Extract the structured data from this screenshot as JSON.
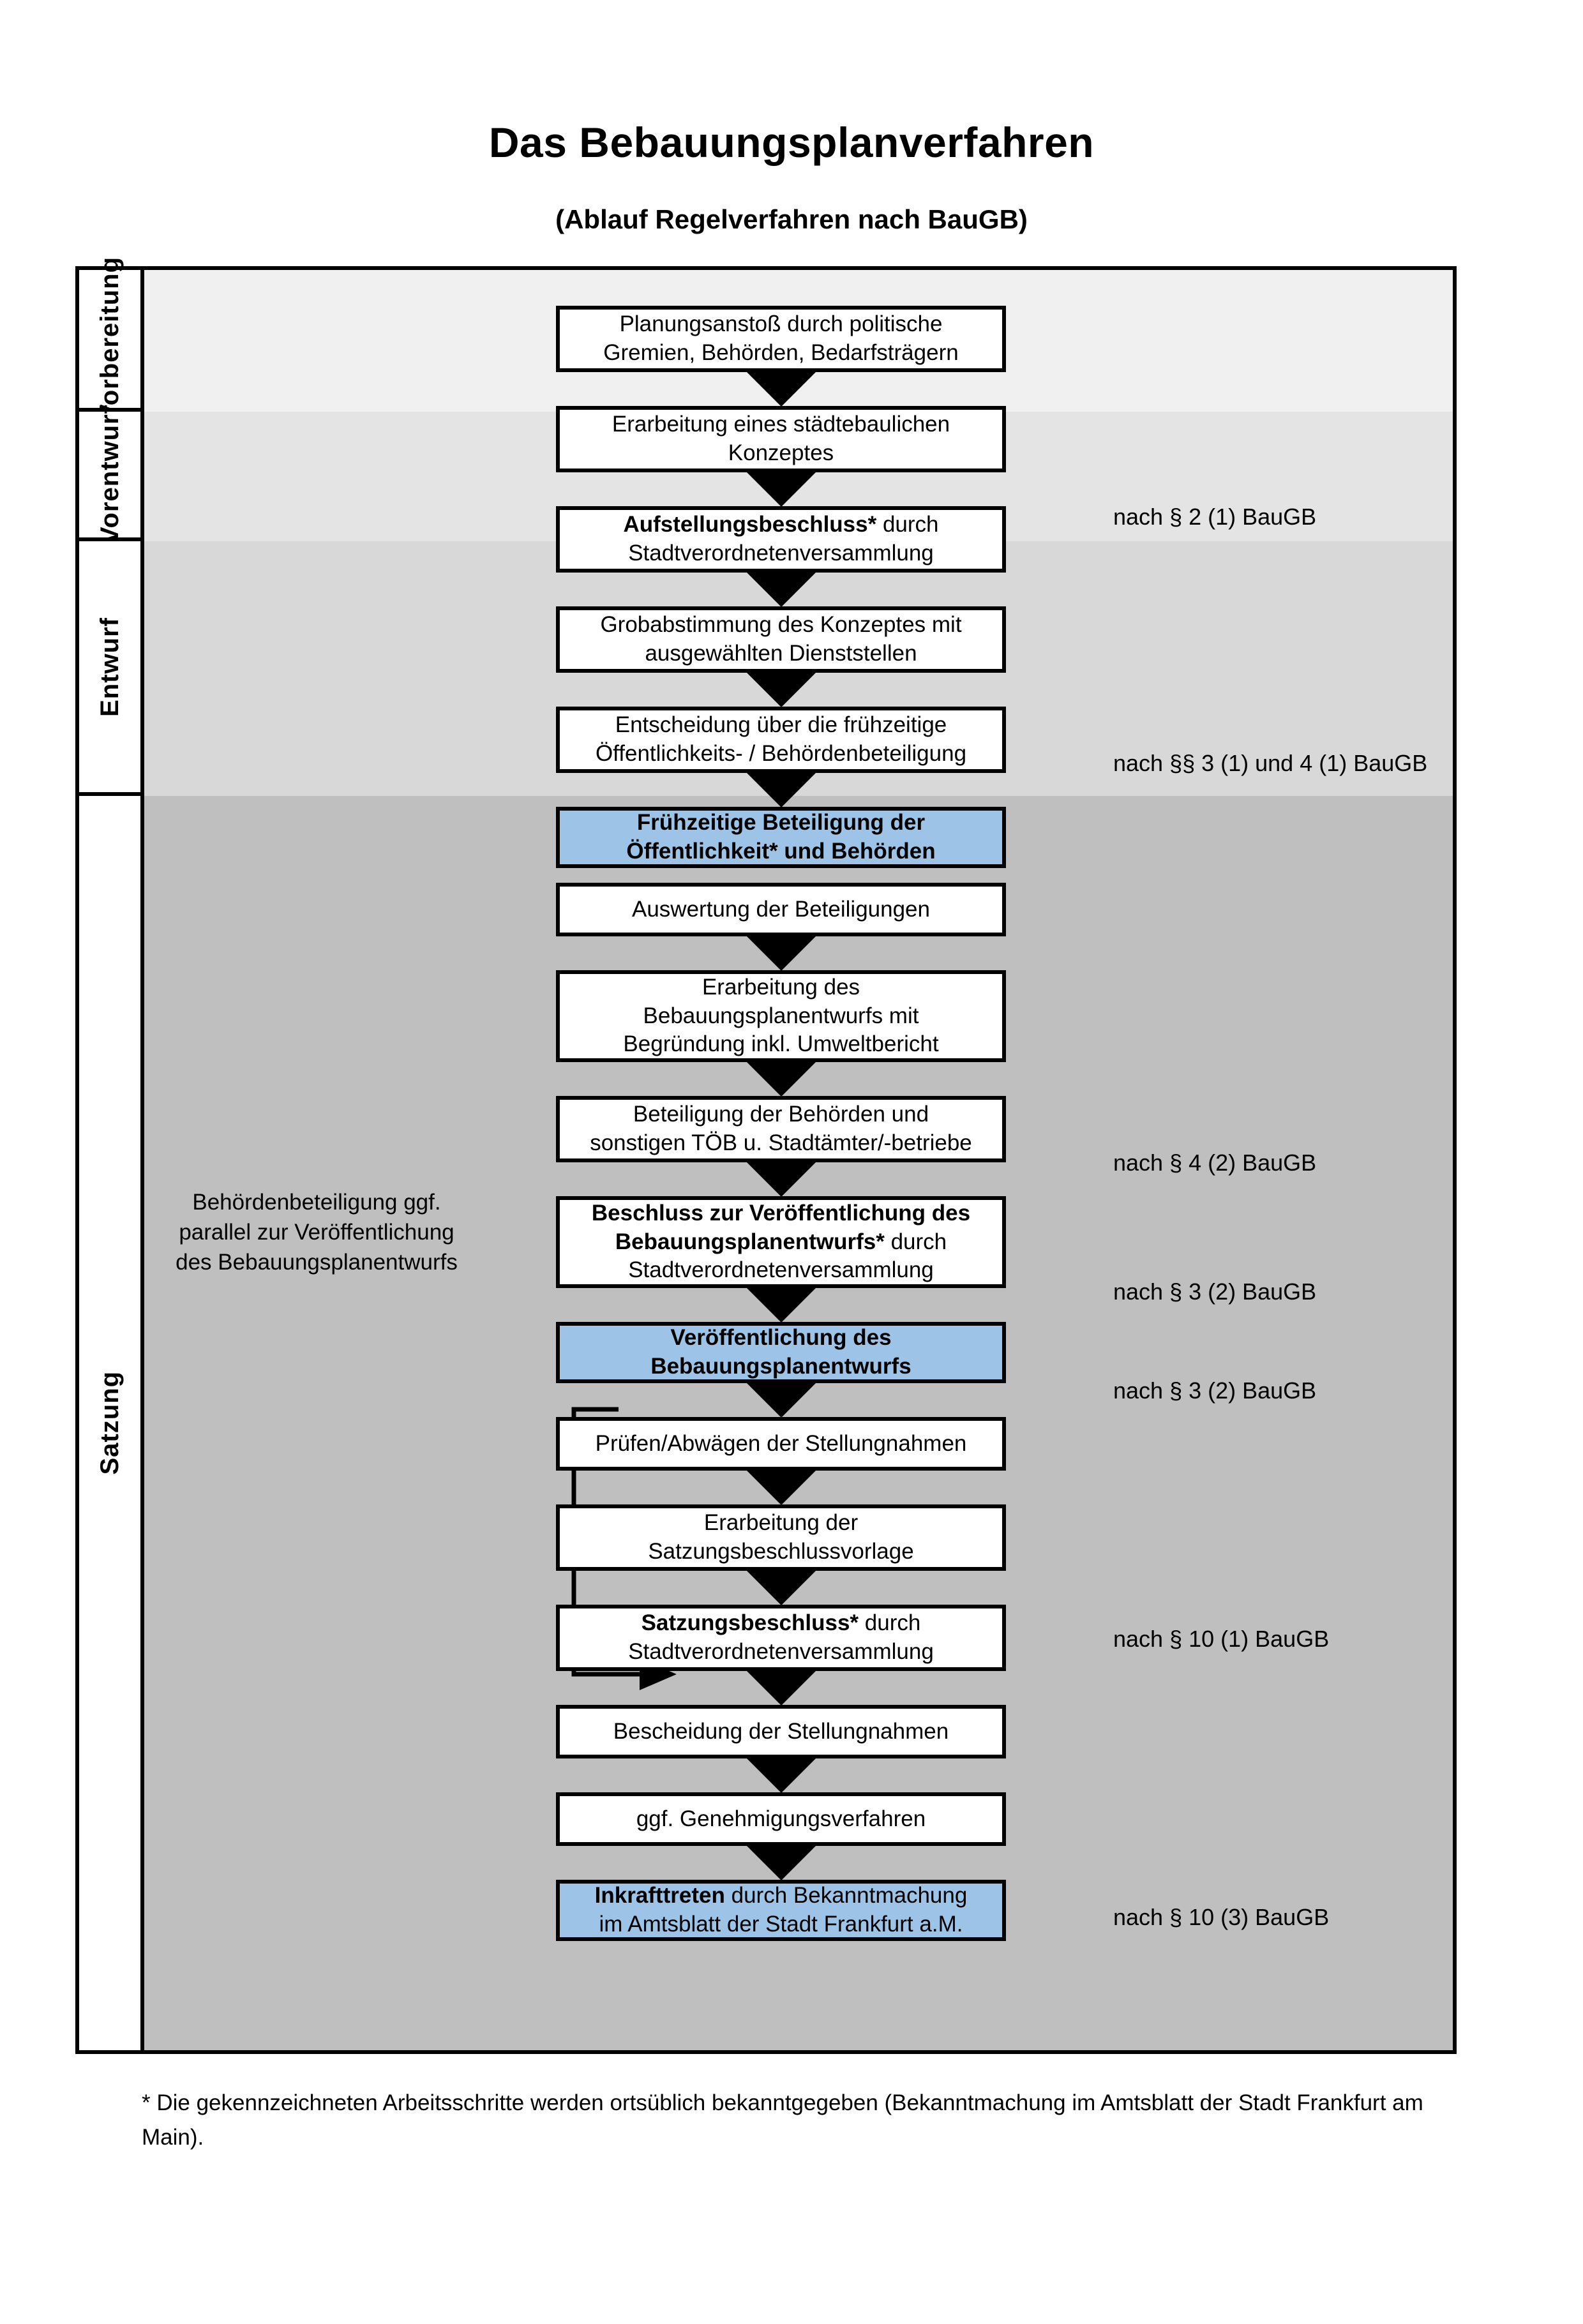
{
  "title": "Das Bebauungsplanverfahren",
  "subtitle": "(Ablauf Regelverfahren nach BauGB)",
  "phases": [
    {
      "label": "Vorbereitung",
      "color": "#f0f0f0"
    },
    {
      "label": "Vorentwurf",
      "color": "#e4e4e4"
    },
    {
      "label": "Entwurf",
      "color": "#d8d8d8"
    },
    {
      "label": "Satzung",
      "color": "#bfbfbf"
    }
  ],
  "nodes": [
    {
      "id": "planungsanstoss",
      "lines": [
        {
          "text": "Planungsanstoß durch politische",
          "bold": false
        },
        {
          "text": "Gremien, Behörden, Bedarfsträgern",
          "bold": false
        }
      ],
      "highlight": false
    },
    {
      "id": "konzept",
      "lines": [
        {
          "text": "Erarbeitung eines städtebaulichen",
          "bold": false
        },
        {
          "text": "Konzeptes",
          "bold": false
        }
      ],
      "highlight": false
    },
    {
      "id": "aufstellungsbeschluss",
      "lines": [
        {
          "text": "Aufstellungsbeschluss*",
          "bold": true
        },
        {
          "text": " durch",
          "bold": false
        },
        {
          "text": "\n",
          "bold": false
        },
        {
          "text": "Stadtverordnetenversammlung",
          "bold": false
        }
      ],
      "highlight": false
    },
    {
      "id": "grobabstimmung",
      "lines": [
        {
          "text": "Grobabstimmung des Konzeptes mit",
          "bold": false
        },
        {
          "text": "ausgewählten Dienststellen",
          "bold": false
        }
      ],
      "highlight": false
    },
    {
      "id": "entscheidung",
      "lines": [
        {
          "text": "Entscheidung über die frühzeitige",
          "bold": false
        },
        {
          "text": "Öffentlichkeits- / Behördenbeteiligung",
          "bold": false
        }
      ],
      "highlight": false
    },
    {
      "id": "fruehzeitige-beteiligung",
      "lines": [
        {
          "text": "Frühzeitige Beteiligung der",
          "bold": true
        },
        {
          "text": "Öffentlichkeit* und Behörden",
          "bold": true
        }
      ],
      "highlight": true
    },
    {
      "id": "auswertung",
      "lines": [
        {
          "text": "Auswertung der Beteiligungen",
          "bold": false
        }
      ],
      "highlight": false
    },
    {
      "id": "erarbeitung-entwurf",
      "lines": [
        {
          "text": "Erarbeitung des",
          "bold": false
        },
        {
          "text": "Bebauungsplanentwurfs mit",
          "bold": false
        },
        {
          "text": "Begründung inkl. Umweltbericht",
          "bold": false
        }
      ],
      "highlight": false
    },
    {
      "id": "beteiligung-behoerden",
      "lines": [
        {
          "text": "Beteiligung der Behörden und",
          "bold": false
        },
        {
          "text": "sonstigen TÖB u. Stadtämter/-betriebe",
          "bold": false
        }
      ],
      "highlight": false
    },
    {
      "id": "beschluss-veroeffentlichung",
      "lines": [
        {
          "text": "Beschluss zur Veröffentlichung des",
          "bold": true
        },
        {
          "text": "Bebauungsplanentwurfs*",
          "bold": true
        },
        {
          "text": " durch",
          "bold": false
        },
        {
          "text": "Stadtverordnetenversammlung",
          "bold": false
        }
      ],
      "highlight": false
    },
    {
      "id": "veroeffentlichung",
      "lines": [
        {
          "text": "Veröffentlichung des",
          "bold": true
        },
        {
          "text": "Bebauungsplanentwurfs",
          "bold": true
        }
      ],
      "highlight": true
    },
    {
      "id": "pruefen-abwaegen",
      "lines": [
        {
          "text": "Prüfen/Abwägen der Stellungnahmen",
          "bold": false
        }
      ],
      "highlight": false
    },
    {
      "id": "satzungsbeschlussvorlage",
      "lines": [
        {
          "text": "Erarbeitung der",
          "bold": false
        },
        {
          "text": "Satzungsbeschlussvorlage",
          "bold": false
        }
      ],
      "highlight": false
    },
    {
      "id": "satzungsbeschluss",
      "lines": [
        {
          "text": "Satzungsbeschluss*",
          "bold": true
        },
        {
          "text": " durch",
          "bold": false
        },
        {
          "text": "Stadtverordnetenversammlung",
          "bold": false
        }
      ],
      "highlight": false
    },
    {
      "id": "bescheidung",
      "lines": [
        {
          "text": "Bescheidung der Stellungnahmen",
          "bold": false
        }
      ],
      "highlight": false
    },
    {
      "id": "genehmigungsverfahren",
      "lines": [
        {
          "text": "ggf. Genehmigungsverfahren",
          "bold": false
        }
      ],
      "highlight": false
    },
    {
      "id": "inkrafttreten",
      "lines": [
        {
          "text": "Inkrafttreten",
          "bold": true
        },
        {
          "text": " durch Bekanntmachung",
          "bold": false
        },
        {
          "text": "im Amtsblatt der Stadt Frankfurt a.M.",
          "bold": false
        }
      ],
      "highlight": true
    }
  ],
  "node_text": {
    "planungsanstoss_l1": "Planungsanstoß durch politische",
    "planungsanstoss_l2": "Gremien, Behörden, Bedarfsträgern",
    "konzept_l1": "Erarbeitung eines städtebaulichen",
    "konzept_l2": "Konzeptes",
    "aufstellungsbeschluss_b": "Aufstellungsbeschluss*",
    "aufstellungsbeschluss_r": " durch",
    "aufstellungsbeschluss_l2": "Stadtverordnetenversammlung",
    "grobabstimmung_l1": "Grobabstimmung des Konzeptes mit",
    "grobabstimmung_l2": "ausgewählten Dienststellen",
    "entscheidung_l1": "Entscheidung über die frühzeitige",
    "entscheidung_l2": "Öffentlichkeits- / Behördenbeteiligung",
    "fruehzeitige_l1": "Frühzeitige Beteiligung der",
    "fruehzeitige_l2": "Öffentlichkeit* und Behörden",
    "auswertung_l1": "Auswertung der Beteiligungen",
    "erarbeitung_l1": "Erarbeitung des",
    "erarbeitung_l2": "Bebauungsplanentwurfs mit",
    "erarbeitung_l3": "Begründung inkl. Umweltbericht",
    "beteiligung_l1": "Beteiligung der Behörden und",
    "beteiligung_l2": "sonstigen TÖB u. Stadtämter/-betriebe",
    "beschlussver_b1": "Beschluss zur Veröffentlichung des",
    "beschlussver_b2": "Bebauungsplanentwurfs*",
    "beschlussver_r": " durch",
    "beschlussver_l3": "Stadtverordnetenversammlung",
    "veroeff_l1": "Veröffentlichung des",
    "veroeff_l2": "Bebauungsplanentwurfs",
    "pruefen_l1": "Prüfen/Abwägen der Stellungnahmen",
    "satzungsvorlage_l1": "Erarbeitung der",
    "satzungsvorlage_l2": "Satzungsbeschlussvorlage",
    "satzungsbeschluss_b": "Satzungsbeschluss*",
    "satzungsbeschluss_r": " durch",
    "satzungsbeschluss_l2": "Stadtverordnetenversammlung",
    "bescheidung_l1": "Bescheidung der Stellungnahmen",
    "genehmigung_l1": "ggf. Genehmigungsverfahren",
    "inkrafttreten_b": "Inkrafttreten",
    "inkrafttreten_r": " durch Bekanntmachung",
    "inkrafttreten_l2": "im Amtsblatt der Stadt Frankfurt a.M."
  },
  "references": [
    {
      "id": "ref-2-1",
      "text": "nach § 2 (1) BauGB"
    },
    {
      "id": "ref-3-1-4-1",
      "text": "nach §§ 3 (1) und 4 (1) BauGB"
    },
    {
      "id": "ref-4-2",
      "text": "nach § 4 (2) BauGB"
    },
    {
      "id": "ref-3-2-a",
      "text": "nach § 3 (2) BauGB"
    },
    {
      "id": "ref-3-2-b",
      "text": "nach § 3 (2) BauGB"
    },
    {
      "id": "ref-10-1",
      "text": "nach § 10 (1) BauGB"
    },
    {
      "id": "ref-10-3",
      "text": "nach § 10 (3) BauGB"
    }
  ],
  "sidenote": {
    "l1": "Behördenbeteiligung",
    "l2": "ggf. parallel zur",
    "l3": "Veröffentlichung des",
    "l4": "Bebauungsplanentwurfs"
  },
  "footnote": "* Die gekennzeichneten Arbeitsschritte werden ortsüblich bekanntgegeben (Bekanntmachung im Amtsblatt  der Stadt Frankfurt am Main).",
  "colors": {
    "highlight_blue": "#9dc3e6",
    "band1": "#f0f0f0",
    "band2": "#e4e4e4",
    "band3": "#d8d8d8",
    "band4": "#bfbfbf",
    "outline": "#000000"
  }
}
